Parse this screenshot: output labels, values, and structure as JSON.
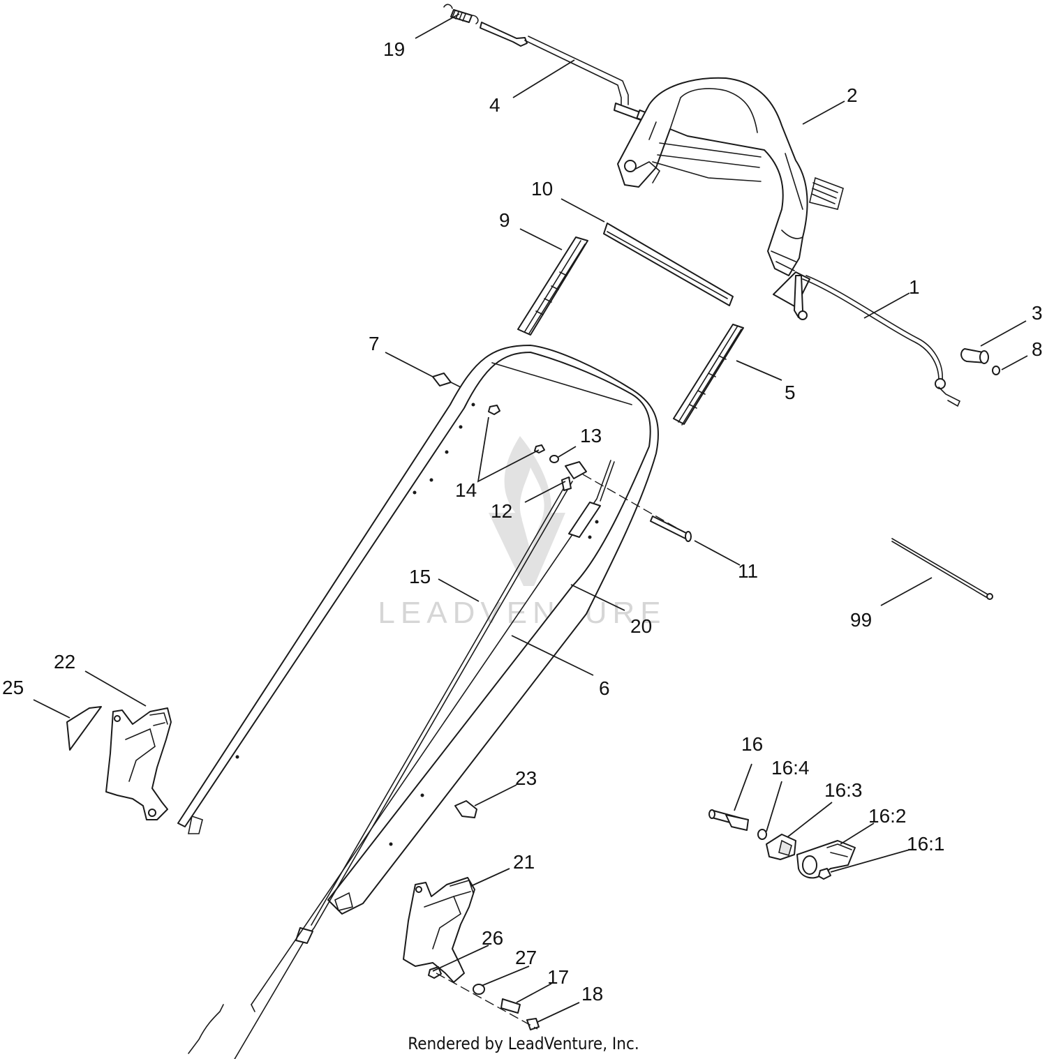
{
  "watermark": "LEADVENTURE",
  "credit": "Rendered by LeadVenture, Inc.",
  "callouts": {
    "c1": "1",
    "c2": "2",
    "c3": "3",
    "c4": "4",
    "c5": "5",
    "c6": "6",
    "c7": "7",
    "c8": "8",
    "c9": "9",
    "c10": "10",
    "c11": "11",
    "c12": "12",
    "c13": "13",
    "c14": "14",
    "c15": "15",
    "c16": "16",
    "c16_1": "16:1",
    "c16_2": "16:2",
    "c16_3": "16:3",
    "c16_4": "16:4",
    "c17": "17",
    "c18": "18",
    "c19": "19",
    "c20": "20",
    "c21": "21",
    "c22": "22",
    "c23": "23",
    "c25": "25",
    "c26": "26",
    "c27": "27",
    "c99": "99"
  }
}
